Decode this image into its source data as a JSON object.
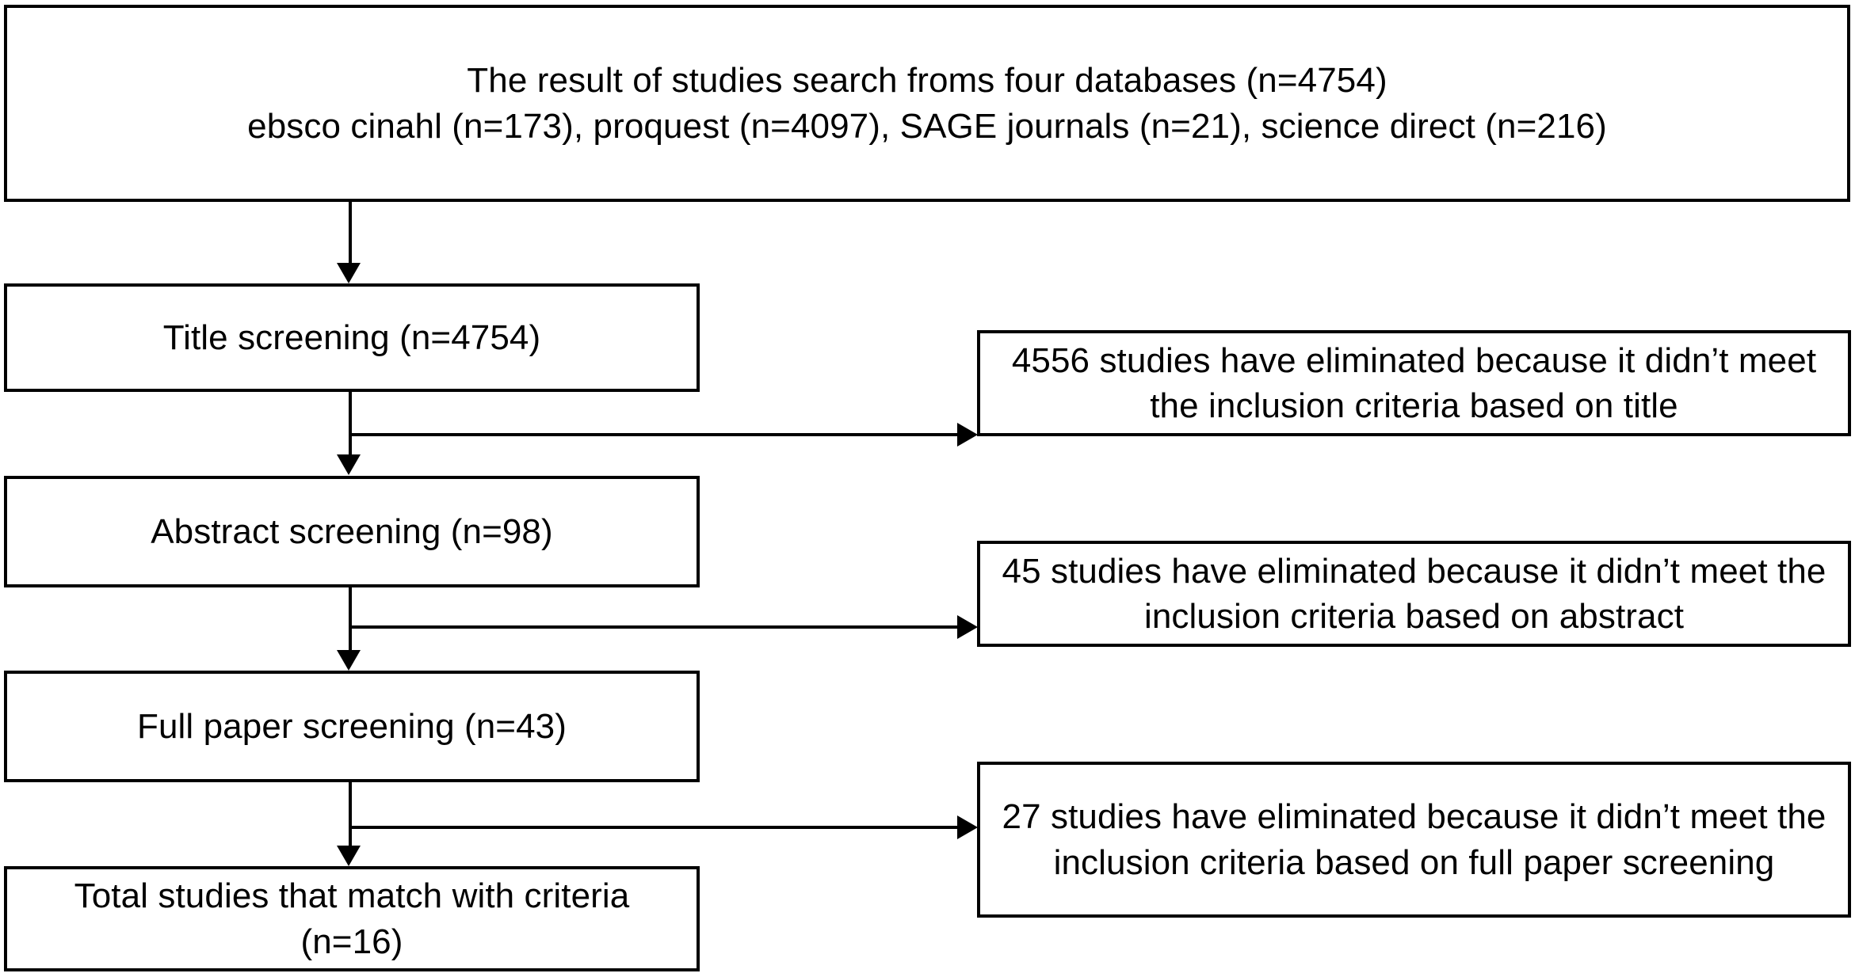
{
  "diagram": {
    "type": "prisma-flow-diagram",
    "title": "",
    "colors": {
      "stroke": "#000000",
      "background": "#ffffff",
      "text": "#000000"
    },
    "stages": [
      {
        "id": "source",
        "name": "records-identified",
        "text": "The result of studies search froms four databases (n=4754)\nebsco cinahl (n=173), proquest (n=4097), SAGE journals (n=21), science direct (n=216)",
        "count": 4754,
        "sources": [
          {
            "label": "ebsco cinahl",
            "n": 173
          },
          {
            "label": "proquest",
            "n": 4097
          },
          {
            "label": "SAGE journals",
            "n": 21
          },
          {
            "label": "science direct",
            "n": 216
          }
        ]
      },
      {
        "id": "title",
        "name": "title-screening",
        "text": "Title screening (n=4754)",
        "count": 4754
      },
      {
        "id": "abstract",
        "name": "abstract-screening",
        "text": "Abstract screening (n=98)",
        "count": 98
      },
      {
        "id": "fullpaper",
        "name": "full-paper-screening",
        "text": "Full paper screening (n=43)",
        "count": 43
      },
      {
        "id": "total",
        "name": "included-studies",
        "text": "Total studies that match with criteria\n(n=16)",
        "count": 16
      }
    ],
    "exclusions": [
      {
        "id": "excl-title",
        "name": "excluded-by-title",
        "text": "4556 studies have eliminated because it didn’t meet the inclusion criteria based on title",
        "count": 4556,
        "basis": "title"
      },
      {
        "id": "excl-abstract",
        "name": "excluded-by-abstract",
        "text": "45 studies have eliminated because it didn’t meet the inclusion criteria based on abstract",
        "count": 45,
        "basis": "abstract"
      },
      {
        "id": "excl-full",
        "name": "excluded-by-full-paper",
        "text": "27 studies have eliminated because it didn’t meet the inclusion criteria based on full paper screening",
        "count": 27,
        "basis": "full paper screening"
      }
    ]
  }
}
